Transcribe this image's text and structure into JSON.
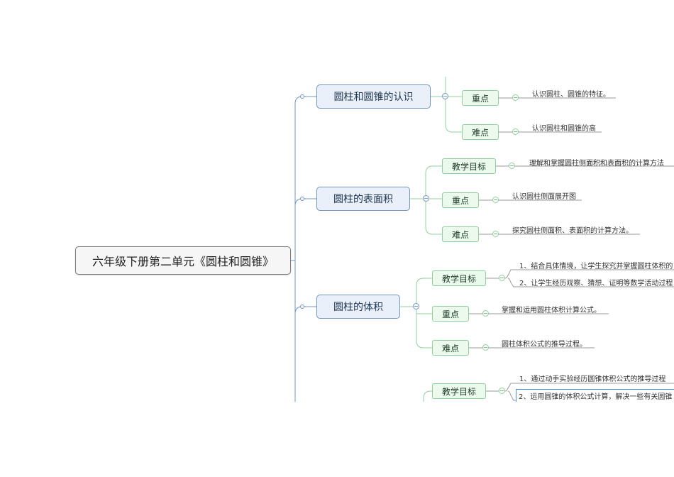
{
  "root": {
    "label": "六年级下册第二单元《圆柱和圆锥》"
  },
  "topics": [
    {
      "label": "圆柱和圆锥的认识",
      "children": [
        {
          "label": "重点",
          "notes": [
            "认识圆柱、圆锥的特征。"
          ]
        },
        {
          "label": "难点",
          "notes": [
            "认识圆柱和圆锥的高"
          ]
        }
      ]
    },
    {
      "label": "圆柱的表面积",
      "children": [
        {
          "label": "教学目标",
          "notes": [
            "理解和掌握圆柱侧面积和表面积的计算方法"
          ]
        },
        {
          "label": "重点",
          "notes": [
            "认识圆柱侧面展开图"
          ]
        },
        {
          "label": "难点",
          "notes": [
            "探究圆柱侧面积、表面积的计算方法。"
          ]
        }
      ]
    },
    {
      "label": "圆柱的体积",
      "children": [
        {
          "label": "教学目标",
          "notes": [
            "1、结合具体情境，让学生探究并掌握圆柱体积的",
            "2、让学生经历观察、猜想、证明等数学活动过程"
          ]
        },
        {
          "label": "重点",
          "notes": [
            "掌握和运用圆柱体积计算公式。"
          ]
        },
        {
          "label": "难点",
          "notes": [
            "圆柱体积公式的推导过程。"
          ]
        }
      ]
    },
    {
      "label": "",
      "children": [
        {
          "label": "教学目标",
          "notes": [
            "1、通过动手实验经历圆锥体积公式的推导过程",
            "2、运用圆锥的体积公式计算，解决一些有关圆锥"
          ]
        }
      ]
    }
  ],
  "collapse_symbol": "−",
  "colors": {
    "root_border": "#7a7a7a",
    "main_border": "#6f94c4",
    "main_fill": "#e9f0fa",
    "sub_border": "#8fd09c",
    "sub_fill": "#ecfaee",
    "note_line": "#999999"
  }
}
